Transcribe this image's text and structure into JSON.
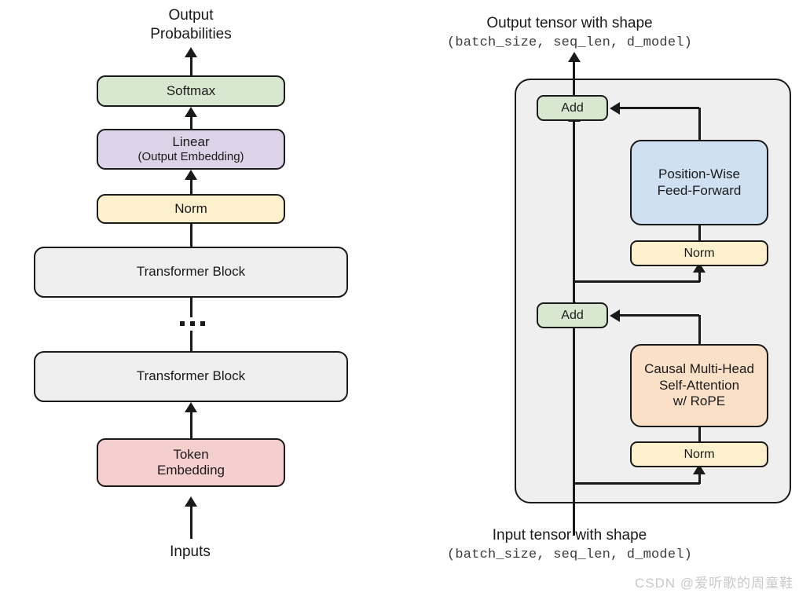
{
  "diagram": {
    "title": "Transformer decoder-only architecture diagram",
    "colors": {
      "green": "#d8e8d0",
      "purple": "#ddd3e8",
      "yellow": "#fdf0cd",
      "gray": "#efefef",
      "pink": "#f5cfcd",
      "blue": "#cfe0f2",
      "orange": "#fbe0c8",
      "stroke": "#1a1a1a"
    },
    "left_panel": {
      "top_label_line1": "Output",
      "top_label_line2": "Probabilities",
      "bottom_label": "Inputs",
      "nodes": [
        {
          "id": "softmax",
          "label": "Softmax",
          "fill": "green"
        },
        {
          "id": "linear",
          "label": "Linear",
          "sub": "(Output Embedding)",
          "fill": "purple"
        },
        {
          "id": "norm",
          "label": "Norm",
          "fill": "yellow"
        },
        {
          "id": "transformer-block-top",
          "label": "Transformer Block",
          "fill": "gray"
        },
        {
          "id": "ellipsis",
          "label": "...",
          "fill": "none"
        },
        {
          "id": "transformer-block-bottom",
          "label": "Transformer Block",
          "fill": "gray"
        },
        {
          "id": "token-embedding",
          "label": "Token",
          "sub": "Embedding",
          "fill": "pink"
        }
      ]
    },
    "right_panel": {
      "top_label_line1": "Output tensor with shape",
      "top_label_line2": "(batch_size, seq_len, d_model)",
      "bottom_label_line1": "Input tensor with shape",
      "bottom_label_line2": "(batch_size, seq_len, d_model)",
      "nodes": [
        {
          "id": "add-top",
          "label": "Add",
          "fill": "green"
        },
        {
          "id": "position-wise-feed-forward",
          "label_line1": "Position-Wise",
          "label_line2": "Feed-Forward",
          "fill": "blue"
        },
        {
          "id": "norm-ffn",
          "label": "Norm",
          "fill": "yellow"
        },
        {
          "id": "add-bottom",
          "label": "Add",
          "fill": "green"
        },
        {
          "id": "causal-attention",
          "label_line1": "Causal Multi-Head",
          "label_line2": "Self-Attention",
          "label_line3": "w/ RoPE",
          "fill": "orange"
        },
        {
          "id": "norm-attention",
          "label": "Norm",
          "fill": "yellow"
        }
      ]
    },
    "watermark": "CSDN @爱听歌的周童鞋"
  }
}
